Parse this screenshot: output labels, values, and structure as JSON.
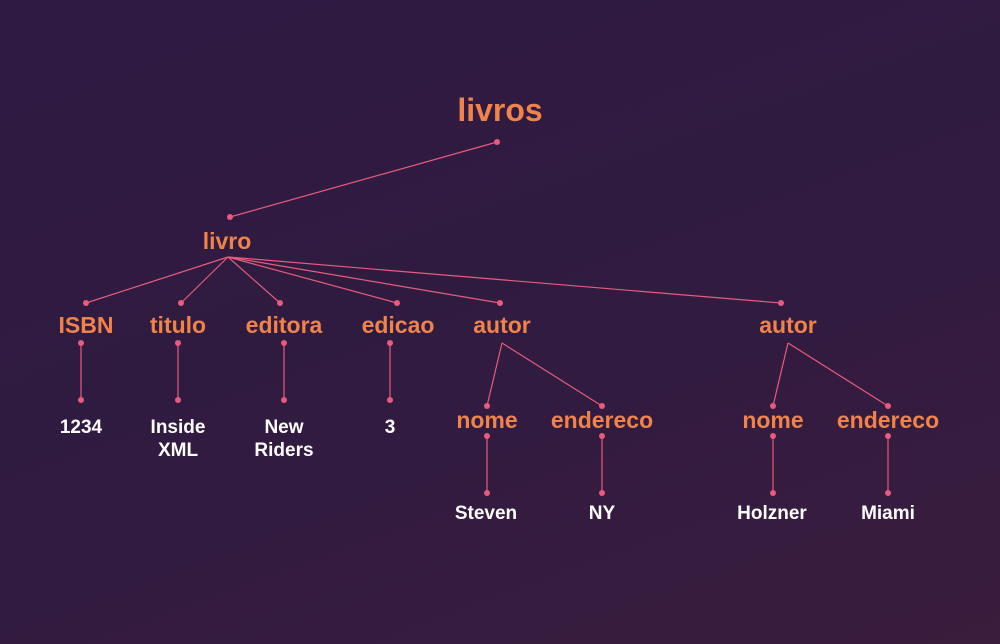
{
  "colors": {
    "element": "#f0834a",
    "value": "#ffffff",
    "connector": "#e85b7e",
    "background": "#2f1b42"
  },
  "tree": {
    "root": "livros",
    "livro": "livro",
    "isbn": {
      "label": "ISBN",
      "value": "1234"
    },
    "titulo": {
      "label": "titulo",
      "value_line1": "Inside",
      "value_line2": "XML"
    },
    "editora": {
      "label": "editora",
      "value_line1": "New",
      "value_line2": "Riders"
    },
    "edicao": {
      "label": "edicao",
      "value": "3"
    },
    "autor1": {
      "label": "autor",
      "nome": {
        "label": "nome",
        "value": "Steven"
      },
      "endereco": {
        "label": "endereco",
        "value": "NY"
      }
    },
    "autor2": {
      "label": "autor",
      "nome": {
        "label": "nome",
        "value": "Holzner"
      },
      "endereco": {
        "label": "endereco",
        "value": "Miami"
      }
    }
  }
}
